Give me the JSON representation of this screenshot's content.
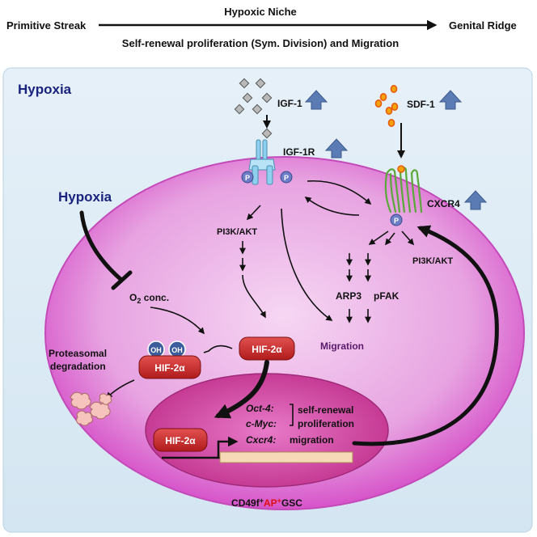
{
  "header": {
    "left": "Primitive Streak",
    "center": "Hypoxic Niche",
    "right": "Genital Ridge",
    "subtitle": "Self-renewal proliferation (Sym. Division) and Migration"
  },
  "panel": {
    "title": "Hypoxia",
    "cell_label_pre": "CD49f",
    "cell_label_sup1": "+",
    "cell_label_ap": "AP",
    "cell_label_sup2": "+",
    "cell_label_post": "GSC"
  },
  "ligands": {
    "igf1": "IGF-1",
    "sdf1": "SDF-1"
  },
  "receptors": {
    "igf1r": "IGF-1R",
    "cxcr4": "CXCR4",
    "phospho": "P"
  },
  "pathway": {
    "pi3k_akt_left": "PI3K/AKT",
    "pi3k_akt_right": "PI3K/AKT",
    "arp3": "ARP3",
    "pfak": "pFAK",
    "migration": "Migration"
  },
  "hypoxia_side": {
    "label": "Hypoxia",
    "o2_main": "O",
    "o2_sub": "2",
    "o2_suffix": " conc.",
    "oh": "OH",
    "proteasomal_1": "Proteasomal",
    "proteasomal_2": "degradation"
  },
  "hif": {
    "label": "HIF-2α"
  },
  "nucleus": {
    "gene1": "Oct-4:",
    "gene2": "c-Myc:",
    "gene3": "Cxcr4:",
    "fn1": "self-renewal",
    "fn2": "proliferation",
    "fn3": "migration"
  },
  "colors": {
    "cell_membrane": "#d653c9",
    "cell_inner": "#eeb5ea",
    "nucleus": "#c5379a",
    "hif_box": "#c62828",
    "panel_bg": "#dbeaf4",
    "up_arrow": "#5b7bb5",
    "sdf_dot": "#e85a0c",
    "cxcr4_receptor": "#5aa83a",
    "migration_text": "#5a1a6b",
    "title_text": "#1a237e"
  }
}
